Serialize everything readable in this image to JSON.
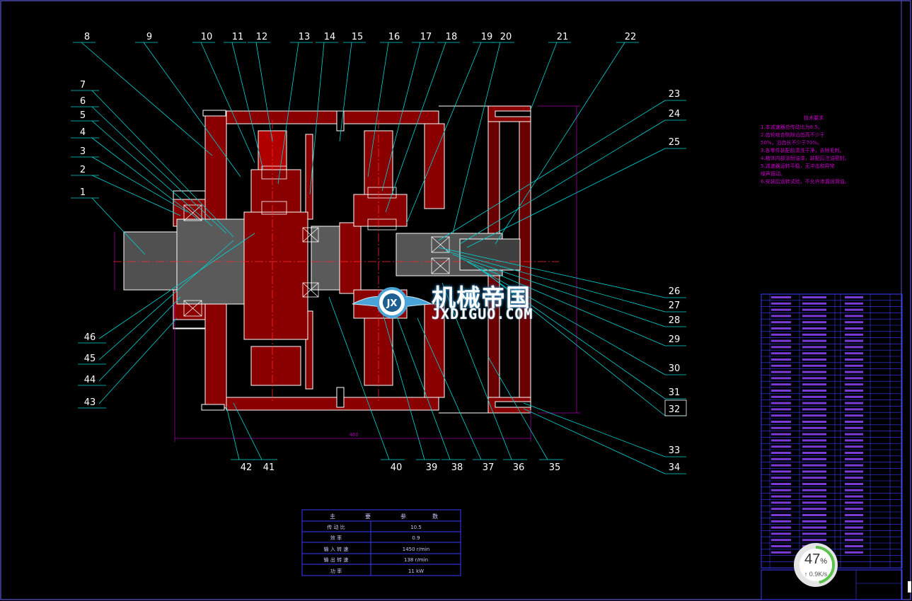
{
  "callouts_top": [
    "8",
    "9",
    "10",
    "11",
    "12",
    "13",
    "14",
    "15",
    "16",
    "17",
    "18",
    "19",
    "20",
    "21",
    "22"
  ],
  "callouts_left": [
    "7",
    "6",
    "5",
    "4",
    "3",
    "2",
    "1"
  ],
  "callouts_right": [
    "23",
    "24",
    "25",
    "26",
    "27",
    "28",
    "29",
    "30",
    "31",
    "32",
    "33",
    "34"
  ],
  "callouts_bottom": [
    "42",
    "41",
    "40",
    "39",
    "38",
    "37",
    "36",
    "35"
  ],
  "callouts_left_low": [
    "46",
    "45",
    "44",
    "43"
  ],
  "dimension_bottom": "460",
  "tech_notes": {
    "title": "技术要求",
    "lines": [
      "1.本减速器总传动比为8.5。",
      "2.齿轮啮合侧隙沿齿高不少于",
      "50%，沿齿长不少于70%。",
      "3.各零件装配前清洗干净，去除毛刺。",
      "4.箱体内部涂耐油漆，装配后注油密封。",
      "5.减速器运转平稳，无冲击和异常",
      "噪声振动。",
      "6.安装后运转试验，不允许渗漏润滑油。"
    ]
  },
  "param_table": {
    "header": [
      "主",
      "要",
      "参",
      "数"
    ],
    "rows": [
      [
        "传 动 比",
        "10.5"
      ],
      [
        "效 率",
        "0.9"
      ],
      [
        "输 入 转 速",
        "1450 r/min"
      ],
      [
        "输 出 转 速",
        "138 r/min"
      ],
      [
        "功 率",
        "11 kW"
      ]
    ]
  },
  "watermark": {
    "cn": "机械帝国",
    "en": "JXDIGUO.COM",
    "badge": "JX"
  },
  "speed_widget": {
    "percent": "47",
    "percent_unit": "%",
    "speed": "↑ 0.9K/s",
    "progress": 0.47
  },
  "colors": {
    "background": "#000000",
    "outline": "#ffffff",
    "leader": "#00d5d5",
    "section": "#b40000",
    "dimension": "#a000a0",
    "table": "#3a3aff",
    "centerline": "#ff2a2a",
    "notes": "#c800c8"
  }
}
